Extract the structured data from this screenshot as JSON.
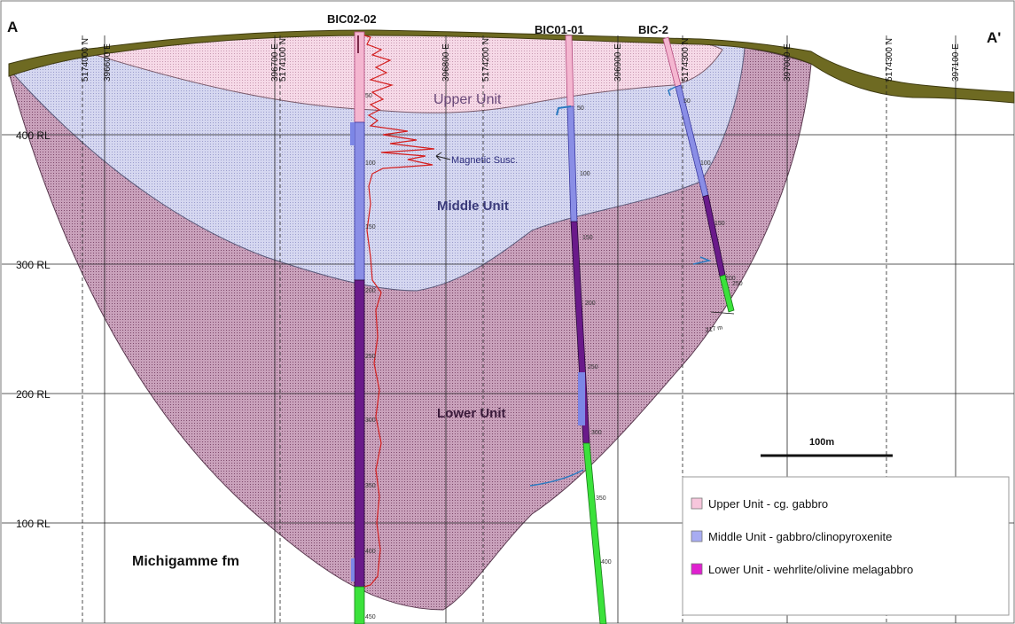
{
  "section": {
    "left_end": "A",
    "right_end": "A'",
    "holes": [
      "BIC02-02",
      "BIC01-01",
      "BIC-2"
    ],
    "rl_labels": [
      "400 RL",
      "300 RL",
      "200 RL",
      "100 RL"
    ],
    "grid_labels": [
      "5174000 N",
      "396600 E",
      "396700 E",
      "5174100 N",
      "396800 E",
      "5174200 N",
      "396900 E",
      "5174300 N",
      "397000 E",
      "5174300 N",
      "397100 E"
    ],
    "units": {
      "upper": "Upper Unit",
      "middle": "Middle Unit",
      "lower": "Lower Unit",
      "country_rock": "Michigamme fm"
    },
    "annotation": "Magnetic Susc.",
    "scale_bar": "100m",
    "depth_ticks": {
      "bic0202": [
        "50",
        "100",
        "150",
        "200",
        "250",
        "300",
        "350",
        "400",
        "450"
      ],
      "bic0101": [
        "50",
        "100",
        "150",
        "200",
        "250",
        "300",
        "350",
        "400"
      ],
      "bic2": [
        "50",
        "100",
        "150",
        "200",
        "250"
      ]
    },
    "eoh_label": "217 m",
    "colors": {
      "upper": "#f2c9dd",
      "middle": "#c4c8ea",
      "lower": "#a86b92",
      "surface": "#6e6a22",
      "mag_trace": "#d42020",
      "green_core": "#3be23b",
      "purple_core": "#6a1a8a",
      "blue_core": "#7c86e6"
    }
  },
  "legend": {
    "items": [
      {
        "label": "Upper Unit - cg. gabbro",
        "color": "#f7c6dc"
      },
      {
        "label": "Middle Unit - gabbro/clinopyroxenite",
        "color": "#a8acf2"
      },
      {
        "label": "Lower Unit - wehrlite/olivine melagabbro",
        "color": "#e020d0"
      }
    ]
  }
}
